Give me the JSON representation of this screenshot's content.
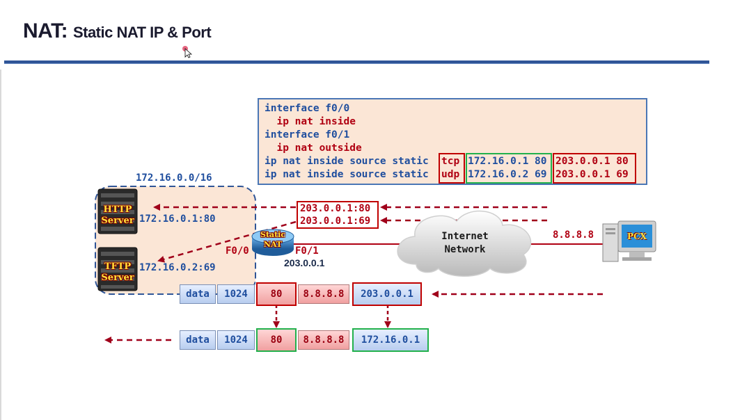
{
  "slide": {
    "title_main": "NAT:",
    "title_sub": "Static NAT IP & Port"
  },
  "config": {
    "line1": "interface f0/0",
    "line2": "  ip nat inside",
    "line3": "interface f0/1",
    "line4": "  ip nat outside",
    "line5_prefix": "ip nat inside source static",
    "line5_proto": "tcp",
    "line5_inside": "172.16.0.1 80",
    "line5_outside": "203.0.0.1 80",
    "line6_prefix": "ip nat inside source static",
    "line6_proto": "udp",
    "line6_inside": "172.16.0.2 69",
    "line6_outside": "203.0.0.1 69"
  },
  "network": {
    "lan_subnet": "172.16.0.0/16",
    "http_server_label": "HTTP\nServer",
    "http_server_addr": "172.16.0.1:80",
    "tftp_server_label": "TFTP\nServer",
    "tftp_server_addr": "172.16.0.2:69",
    "router_label": "Static\nNAT",
    "router_if_inside": "F0/0",
    "router_if_outside": "F0/1",
    "router_public_ip": "203.0.0.1",
    "nat_entry_1": "203.0.0.1:80",
    "nat_entry_2": "203.0.0.1:69",
    "cloud_label": "Internet\nNetwork",
    "pc_ip": "8.8.8.8",
    "pc_label": "PCX"
  },
  "packet_in": {
    "data": "data",
    "src_port": "1024",
    "dst_port": "80",
    "src_ip": "8.8.8.8",
    "dst_ip": "203.0.0.1"
  },
  "packet_out": {
    "data": "data",
    "src_port": "1024",
    "dst_port": "80",
    "src_ip": "8.8.8.8",
    "dst_ip": "172.16.0.1"
  },
  "colors": {
    "accent_blue": "#2f5597",
    "highlight_red": "#c00000",
    "highlight_green": "#22b14c",
    "config_bg": "#fbe6d6"
  }
}
